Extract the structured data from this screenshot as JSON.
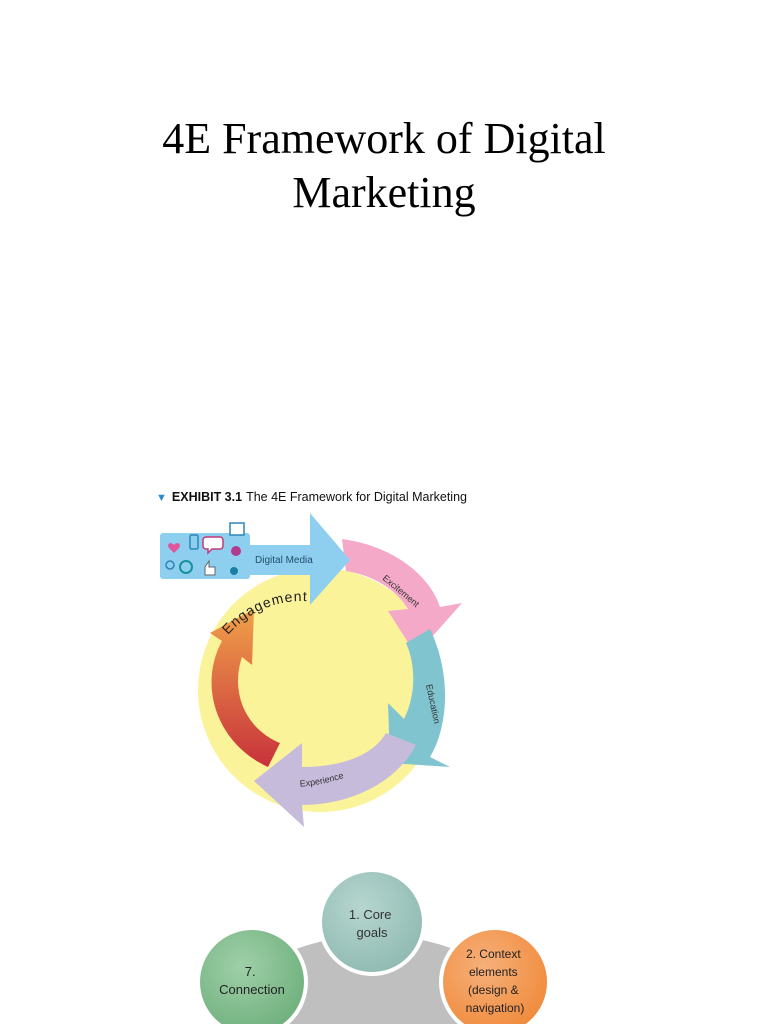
{
  "slide": {
    "title_line1": "4E Framework of Digital",
    "title_line2": "Marketing"
  },
  "exhibit": {
    "number": "EXHIBIT 3.1",
    "caption": "The 4E Framework for Digital Marketing",
    "labels": {
      "digital_media": "Digital Media",
      "excitement": "Excitement",
      "education": "Education",
      "experience": "Experience",
      "engagement": "Engagement"
    },
    "colors": {
      "digital_media": "#8ecff0",
      "excitement": "#f4a9c9",
      "education": "#7fc4cf",
      "experience": "#c7bbdc",
      "engagement_top": "#f0a14a",
      "engagement_bottom": "#c8323b",
      "center": "#fbf39a"
    },
    "icons": [
      "heart-icon",
      "chat-bubble-icon",
      "phone-icon",
      "photo-icon",
      "link-icon",
      "play-icon",
      "speech-icon",
      "thumbs-up-icon",
      "people-icon"
    ]
  },
  "process": {
    "nodes": [
      {
        "label_lines": [
          "1. Core",
          "goals"
        ],
        "color": "#8fbab2"
      },
      {
        "label_lines": [
          "2. Context",
          "elements",
          "(design &",
          "navigation)"
        ],
        "color": "#f08a3b"
      },
      {
        "label_lines": [
          "7.",
          "Connection"
        ],
        "color": "#6fb07d"
      }
    ]
  }
}
